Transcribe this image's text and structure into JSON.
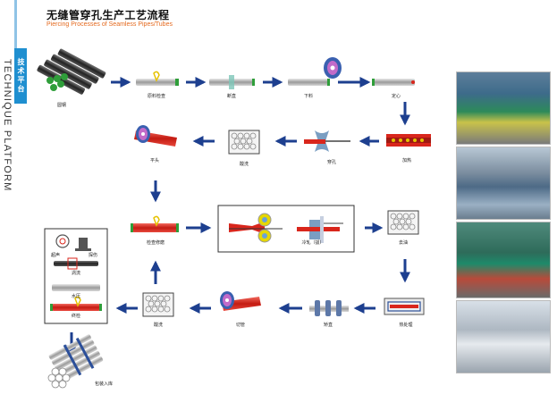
{
  "header": {
    "title_cn": "无缝管穿孔生产工艺流程",
    "title_en": "Piercing Processes of Seamless Pipes/Tubes"
  },
  "sidebar": {
    "badge": "技术平台",
    "en": "TECHNIQUE PLATFORM"
  },
  "steps": {
    "round_steel": "圆钢",
    "material_check": "原料检查",
    "cutting": "断直",
    "blanking": "下料",
    "centering": "定心",
    "heating": "加热",
    "piercing": "穿孔",
    "pickling_1": "酸洗",
    "pointing": "平头",
    "inspect_repair": "检查修磨",
    "cold_rolling": "冷轧（拔）",
    "pickling_2": "去油",
    "heat_treatment": "热处理",
    "straightening": "矫直",
    "cut_tube": "切管",
    "pickling_3": "酸洗",
    "ultrasonic": "超声",
    "eddy": "涡流",
    "hydro": "水压",
    "final_inspect": "终检",
    "flaw": "探伤",
    "packing": "包装入库"
  },
  "colors": {
    "arrow": "#1d3f8f",
    "pipe_red": "#d9261c",
    "pipe_green": "#2f9e3a",
    "accent_orange": "#e46a1f",
    "badge_blue": "#1f8fd0"
  }
}
